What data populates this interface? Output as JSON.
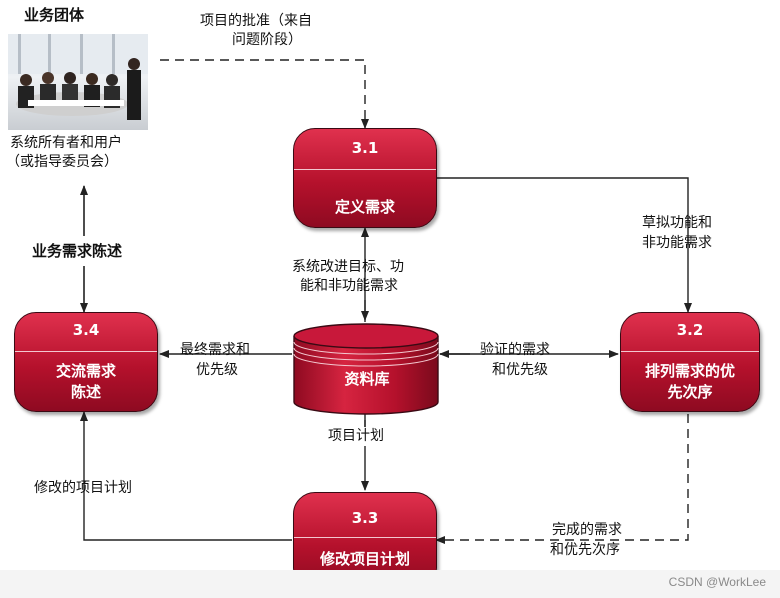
{
  "business_group": {
    "title": "业务团体",
    "caption_line1": "系统所有者和用户",
    "caption_line2": "（或指导委员会）"
  },
  "processes": {
    "p31": {
      "number": "3.1",
      "name": "定义需求"
    },
    "p32": {
      "number": "3.2",
      "name_line1": "排列需求的优",
      "name_line2": "先次序"
    },
    "p33": {
      "number": "3.3",
      "name": "修改项目计划"
    },
    "p34": {
      "number": "3.4",
      "name_line1": "交流需求",
      "name_line2": "陈述"
    }
  },
  "datastore": {
    "name": "资料库"
  },
  "flows": {
    "approval_line1": "项目的批准（来自",
    "approval_line2": "问题阶段）",
    "draft_line1": "草拟功能和",
    "draft_line2": "非功能需求",
    "goals_line1": "系统改进目标、功",
    "goals_line2": "能和非功能需求",
    "final_line1": "最终需求和",
    "final_line2": "优先级",
    "verified_line1": "验证的需求",
    "verified_line2": "和优先级",
    "plan": "项目计划",
    "revised_plan": "修改的项目计划",
    "completed_line1": "完成的需求",
    "completed_line2": "和优先次序",
    "statement": "业务需求陈述"
  },
  "watermark": "CSDN @WorkLee"
}
